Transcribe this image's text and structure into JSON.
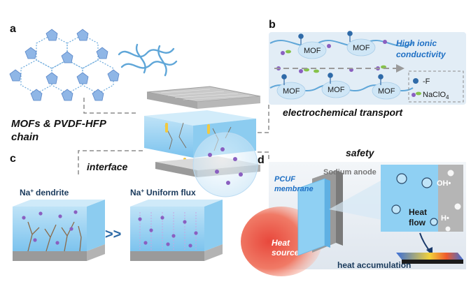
{
  "panels": {
    "a": {
      "letter": "a",
      "label_line1": "MOFs & PVDF-HFP",
      "label_line2": "chain"
    },
    "b": {
      "letter": "b",
      "mof_label": "MOF",
      "conductivity_line1": "High ionic",
      "conductivity_line2": "conductivity",
      "legend_f": "-F",
      "legend_naclo4": "NaClO",
      "legend_naclo4_sub": "4",
      "caption": "electrochemical transport"
    },
    "c": {
      "letter": "c",
      "interface_label": "interface",
      "dendrite_label": "dendrite",
      "uniform_label": "Uniform flux",
      "ion": "Na",
      "ion_charge": "+",
      "compare": ">>"
    },
    "d": {
      "letter": "d",
      "safety_label": "safety",
      "membrane_line1": "PCUF",
      "membrane_line2": "membrane",
      "anode_label": "Sodium anode",
      "heat_source_line1": "Heat",
      "heat_source_line2": "source",
      "heat_flow_line1": "Heat",
      "heat_flow_line2": "flow",
      "oh_label": "OH•",
      "h_label": "H•",
      "accumulation_label": "heat accumulation"
    }
  },
  "colors": {
    "blue_text": "#1e6fc4",
    "panel_bg": "#e2edf6",
    "cube_blue": "#9fd3f2",
    "ion_purple": "#8a5fc0",
    "heat_red": "#e8483c",
    "gray_slab": "#9a9a9a"
  }
}
